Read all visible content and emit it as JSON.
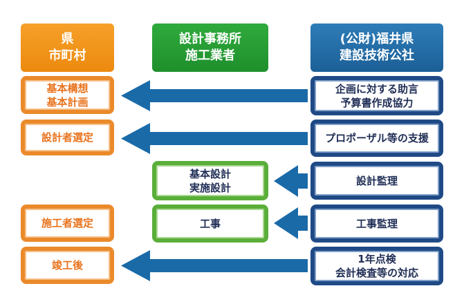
{
  "headers": {
    "prefecture": [
      "県",
      "市町村"
    ],
    "designer": [
      "設計事務所",
      "施工業者"
    ],
    "corporation": [
      "(公財)福井県",
      "建設技術公社"
    ]
  },
  "left_boxes": {
    "concept": [
      "基本構想",
      "基本計画"
    ],
    "designer_selection": "設計者選定",
    "contractor_selection": "施工者選定",
    "completion": "竣工後"
  },
  "middle_boxes": {
    "design": [
      "基本設計",
      "実施設計"
    ],
    "construction": "工事"
  },
  "right_boxes": {
    "planning_advice": [
      "企画に対する助言",
      "予算書作成協力"
    ],
    "proposal_support": "プロポーザル等の支援",
    "design_supervision": "設計監理",
    "construction_supervision": "工事監理",
    "post_completion": [
      "1年点検",
      "会計検査等の対応"
    ]
  },
  "colors": {
    "orange": "#ec8a0e",
    "green": "#1f8f2c",
    "blue": "#1c5f97",
    "arrow": "#1a6aa8"
  }
}
